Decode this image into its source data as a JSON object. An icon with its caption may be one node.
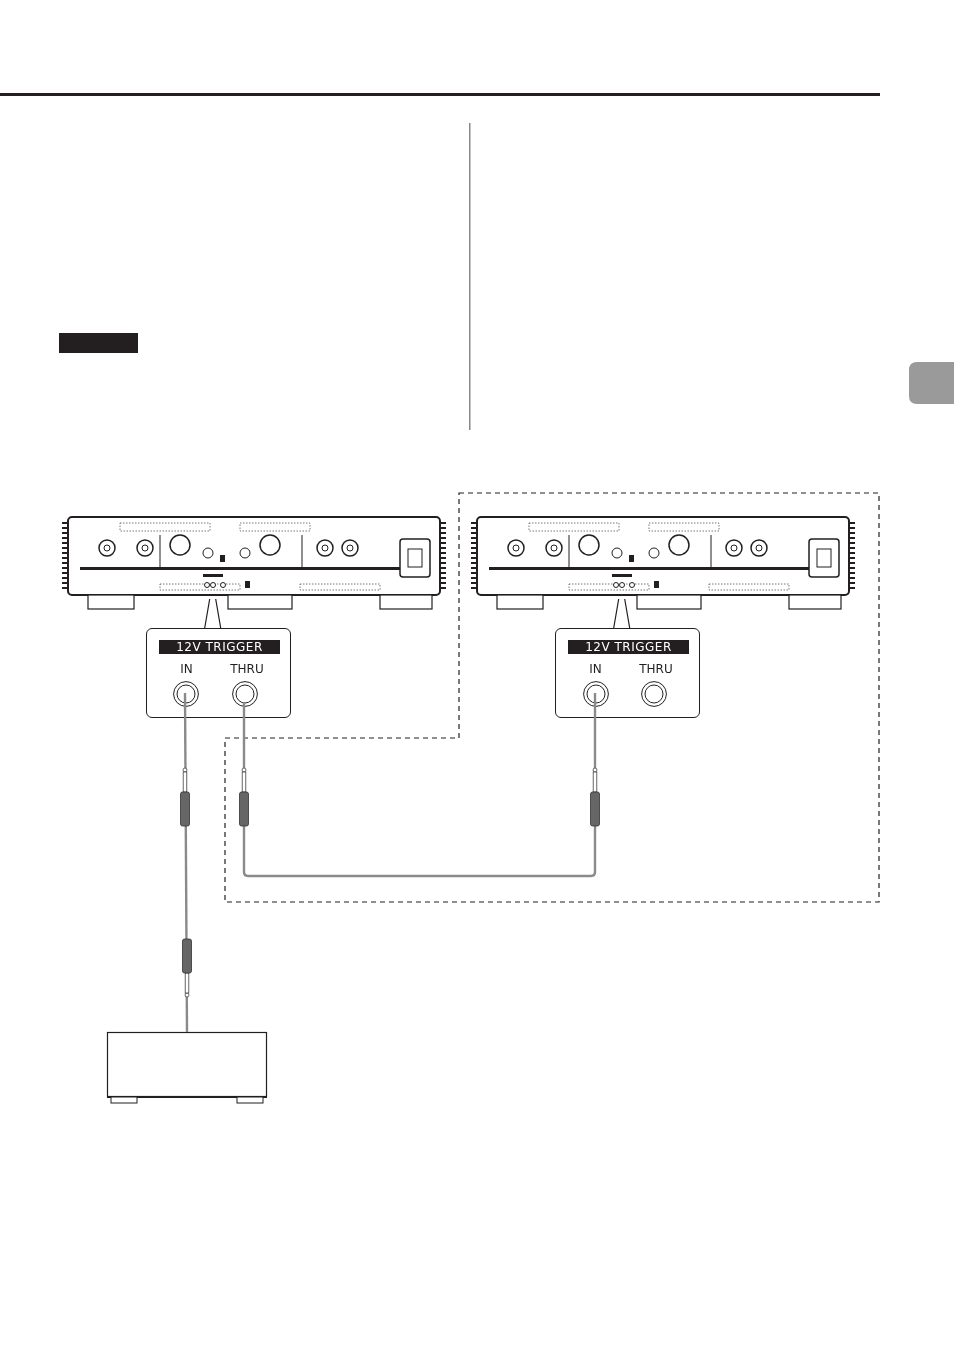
{
  "diagram": {
    "nodes": [
      {
        "text": [],
        "shape": "picture"
      },
      {
        "text": [
          "12V TRIGGER",
          "IN",
          "THRU"
        ]
      },
      {
        "text": [],
        "shape": "circle",
        "in": 1
      },
      {
        "text": [],
        "shape": "circle",
        "in": 1
      },
      {
        "text": [],
        "shape": "picture"
      },
      {
        "text": [
          "12V TRIGGER",
          "IN",
          "THRU"
        ]
      },
      {
        "text": [],
        "shape": "circle",
        "in": 5
      },
      {
        "text": [],
        "shape": "circle",
        "in": 5
      },
      {
        "text": [],
        "shape": "box"
      },
      {
        "text": [],
        "shape": "bar"
      }
    ],
    "edges": [
      {
        "from": 0,
        "to": 1,
        "arrow": "none"
      },
      {
        "from": 4,
        "to": 5,
        "arrow": "none"
      },
      {
        "from": 2,
        "to": 8,
        "arrow": "none",
        "color": "#8a8a8a"
      },
      {
        "from": 3,
        "to": 6,
        "arrow": "none",
        "color": "#8a8a8a"
      }
    ]
  }
}
